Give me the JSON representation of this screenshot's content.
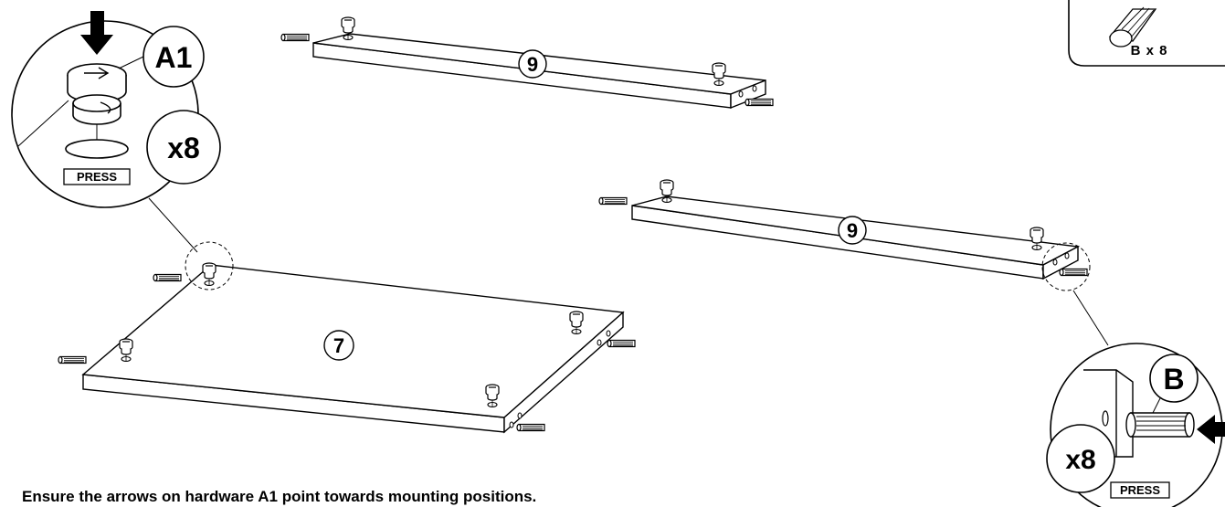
{
  "hardware_kit": {
    "label": "B x 8"
  },
  "callout_a1": {
    "part_label": "A1",
    "quantity": "x8",
    "action": "PRESS",
    "icon": "cam-lock-icon"
  },
  "callout_b": {
    "part_label": "B",
    "quantity": "x8",
    "action": "PRESS",
    "icon": "wooden-dowel-icon"
  },
  "panels": [
    {
      "label": "9"
    },
    {
      "label": "9"
    },
    {
      "label": "7"
    }
  ],
  "instruction": {
    "prefix": "Ensure the arrows on hardware ",
    "emphasis": "A1",
    "suffix": " point towards mounting positions."
  }
}
